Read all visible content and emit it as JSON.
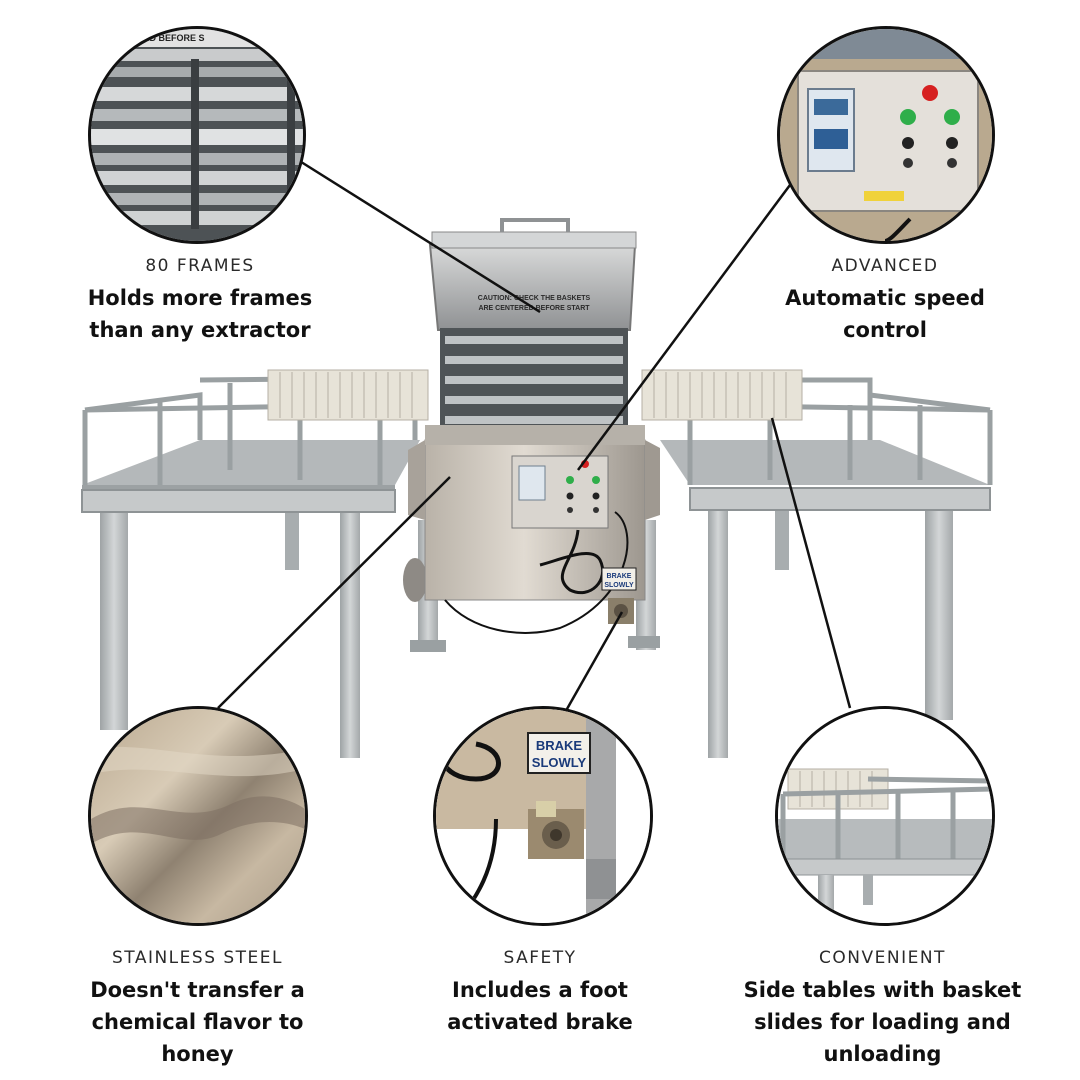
{
  "features": {
    "frames": {
      "kicker": "80 FRAMES",
      "headline_lines": [
        "Holds more frames",
        "than any extractor"
      ]
    },
    "advanced": {
      "kicker": "ADVANCED",
      "headline_lines": [
        "Automatic speed",
        "control"
      ]
    },
    "steel": {
      "kicker": "STAINLESS STEEL",
      "headline_lines": [
        "Doesn't transfer a",
        "chemical flavor to",
        "honey"
      ]
    },
    "safety": {
      "kicker": "SAFETY",
      "headline_lines": [
        "Includes a foot",
        "activated brake"
      ]
    },
    "convenient": {
      "kicker": "CONVENIENT",
      "headline_lines": [
        "Side tables with basket",
        "slides for loading and",
        "unloading"
      ]
    }
  },
  "product_labels": {
    "brake_sign": [
      "BRAKE",
      "SLOWLY"
    ],
    "lid_caution": [
      "CAUTION: CHECK THE BASKETS",
      "ARE CENTERED BEFORE START"
    ],
    "zoom_caution": "ERED BEFORE S"
  },
  "colors": {
    "steel_light": "#c9c2b8",
    "steel_mid": "#a9a39b",
    "steel_dark": "#6f6a64",
    "galvanized": "#bfc3c4",
    "line": "#111111",
    "text": "#111111",
    "led_red": "#d62020",
    "led_green": "#2fae4a"
  }
}
